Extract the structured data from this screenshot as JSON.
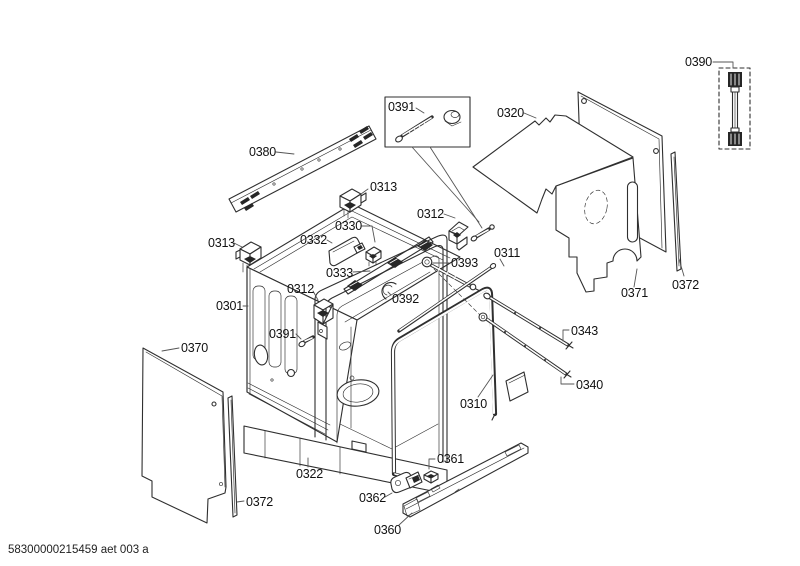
{
  "drawing_number": "58300000215459 aet 003 a",
  "colors": {
    "line": "#2f2f2f",
    "background": "#ffffff",
    "dark_fill": "#262626"
  },
  "callouts": {
    "c0301": {
      "label": "0301"
    },
    "c0310": {
      "label": "0310"
    },
    "c0311": {
      "label": "0311"
    },
    "c0312_left": {
      "label": "0312"
    },
    "c0312_right": {
      "label": "0312"
    },
    "c0313_left": {
      "label": "0313"
    },
    "c0313_right": {
      "label": "0313"
    },
    "c0320": {
      "label": "0320"
    },
    "c0322": {
      "label": "0322"
    },
    "c0330": {
      "label": "0330"
    },
    "c0332": {
      "label": "0332"
    },
    "c0333": {
      "label": "0333"
    },
    "c0340": {
      "label": "0340"
    },
    "c0343": {
      "label": "0343"
    },
    "c0360": {
      "label": "0360"
    },
    "c0361": {
      "label": "0361"
    },
    "c0362": {
      "label": "0362"
    },
    "c0370": {
      "label": "0370"
    },
    "c0371": {
      "label": "0371"
    },
    "c0372_left": {
      "label": "0372"
    },
    "c0372_right": {
      "label": "0372"
    },
    "c0380": {
      "label": "0380"
    },
    "c0390": {
      "label": "0390"
    },
    "c0391_box": {
      "label": "0391"
    },
    "c0391_left": {
      "label": "0391"
    },
    "c0392": {
      "label": "0392"
    },
    "c0393": {
      "label": "0393"
    }
  }
}
